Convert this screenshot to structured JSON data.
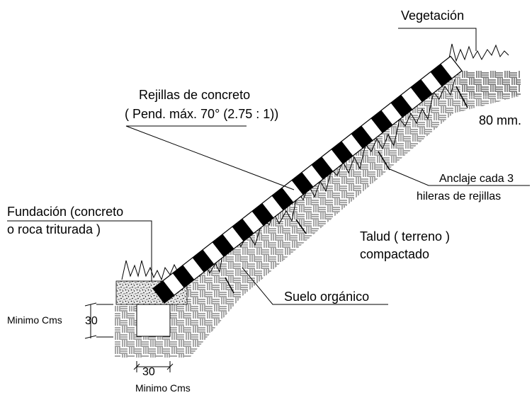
{
  "labels": {
    "vegetation": "Vegetación",
    "grid_title": "Rejillas de concreto",
    "grid_slope": "( Pend. máx. 70° (2.75 : 1))",
    "thickness": "80 mm.",
    "anchor_line1": "Anclaje cada 3",
    "anchor_line2": "hileras de rejillas",
    "foundation_line1": "Fundación (concreto",
    "foundation_line2": "o roca triturada )",
    "slope_line1": "Talud ( terreno )",
    "slope_line2": "compactado",
    "organic_soil": "Suelo orgánico",
    "min_depth_label": "Minimo Cms",
    "min_depth_value": "30",
    "min_width_value": "30",
    "min_width_label": "Minimo Cms"
  }
}
